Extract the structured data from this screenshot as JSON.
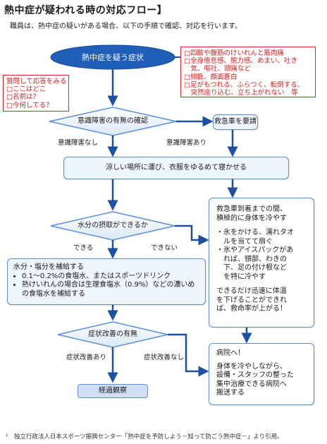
{
  "title": "熱中症が疑われる時の対応フロー】",
  "intro": "職員は、熱中症の疑いがある場合、以下の手順で確認、対応を行います。",
  "start": {
    "label": "熱中症を疑う症状"
  },
  "symptoms": {
    "items": [
      "□四肢や腹筋のけいれんと筋肉痛",
      "□全身倦怠感、脱力感、めまい、吐き",
      "　気、嘔吐、頭痛など",
      "□頻脈、顔面蒼白",
      "□足がもつれる、ふらつく、転倒する、",
      "　突然座り込む、立ち上がれない　等"
    ]
  },
  "questions": {
    "items": [
      "質問して応答をみる",
      "□ここはどこ",
      "□名前は？",
      "□今何してる？"
    ]
  },
  "consciousness": {
    "label": "意識障害の有無の確認",
    "no_label": "意識障害なし",
    "yes_label": "意識障害あり"
  },
  "ambulance": {
    "label": "救急車を要請"
  },
  "cool_place": {
    "label": "涼しい場所に運び、衣服をゆるめて寝かせる"
  },
  "hydration_check": {
    "label": "水分の摂取ができるか",
    "yes_label": "できる",
    "no_label": "できない"
  },
  "hydrate": {
    "heading": "水分・塩分を補給する",
    "bullets": [
      "0.1～0.2%の食塩水、またはスポーツドリンク",
      "熱けいれんの場合は生理食塩水（0.9%）などの濃いめの食塩水を補給する"
    ]
  },
  "improve": {
    "label": "症状改善の有無",
    "yes_label": "症状改善あり",
    "no_label": "症状改善なし"
  },
  "observe": {
    "label": "経過観察"
  },
  "before_arrival": {
    "lines": [
      "救急車到着までの間、",
      "積極的に身体を冷やす",
      "",
      "・氷をかける、濡れタオ",
      "　ルを当てて扇ぐ",
      "・氷やアイスパックがあ",
      "　れば、頸部、わきの",
      "　下、足の付け根など",
      "　を特に冷やす",
      "",
      "できるだけ迅速に体温",
      "を下げることができれ",
      "ば、救命率が上がる！"
    ]
  },
  "hospital": {
    "lines": [
      "病院へ！",
      "",
      "身体を冷やしながら、",
      "設備・スタッフの整った",
      "集中治療できる病院へ",
      "搬送する"
    ]
  },
  "footnote": "¹　独立行政法人日本スポーツ振興センター「熱中症を予防しよう－知って防ごう熱中症－」より引用。",
  "colors": {
    "arrow": "#1f4fa0",
    "box_border": "#5b8fd6",
    "box_fill": "#eef5fd",
    "start_fill": "#1f5fb8",
    "red": "#d21f1f"
  }
}
